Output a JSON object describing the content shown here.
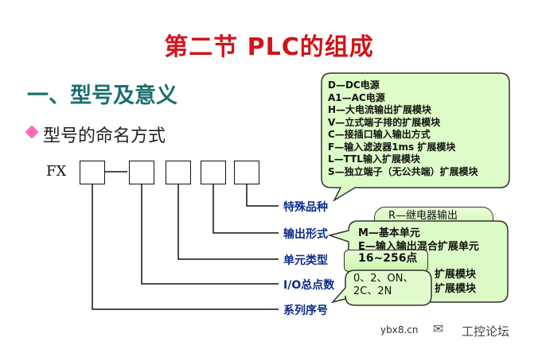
{
  "title": "第二节  PLC的组成",
  "heading": "一、型号及意义",
  "subheading": "型号的命名方式",
  "prefix": "FX",
  "labels": {
    "special": "特殊品种",
    "output": "输出形式",
    "unit": "单元类型",
    "io": "I/O总点数",
    "series": "系列序号"
  },
  "special_bubble": [
    "D—DC电源",
    "A1—AC电源",
    "H—大电流输出扩展模块",
    "V—立式端子排的扩展模块",
    "C—接插口输入输出方式",
    "F—输入滤波器1ms 扩展模块",
    "L—TTL输入扩展模块",
    "S—独立端子（无公共端）扩展模块"
  ],
  "output_bubble": "R—继电器输出",
  "unit_bubble": [
    "M—基本单元",
    "E—输入输出混合扩展单元"
  ],
  "unit_extra": [
    "扩展模块",
    "扩展模块"
  ],
  "io_range": "16~256点",
  "series_options": [
    "0、2、ON、",
    "2C、2N"
  ],
  "watermark": "ybx8.cn",
  "forum": "工控论坛"
}
